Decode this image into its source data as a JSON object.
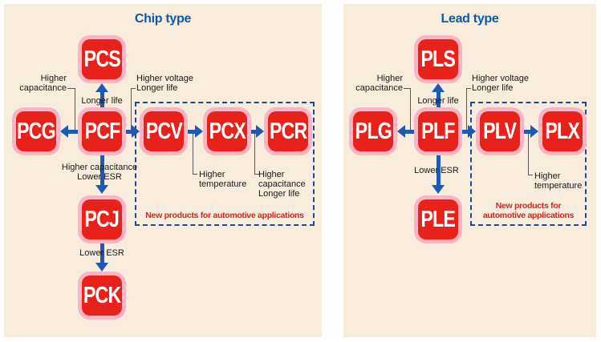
{
  "colors": {
    "page_bg": "#ffffff",
    "panel_bg": "#f8ecdd",
    "node_pink": "#fab5c5",
    "node_red": "#e8211a",
    "node_text": "#ffffff",
    "arrow_blue": "#1e5ab4",
    "dash_blue": "#17489c",
    "title_blue": "#0c5aa6",
    "alert_red": "#d7231d",
    "label_ink": "#1a1a1a",
    "connector_gray": "#595959"
  },
  "chip": {
    "title": "Chip type",
    "nodes": {
      "pcs": "PCS",
      "pcg": "PCG",
      "pcf": "PCF",
      "pcv": "PCV",
      "pcx": "PCX",
      "pcr": "PCR",
      "pcj": "PCJ",
      "pck": "PCK"
    },
    "arrow_labels": {
      "longer_life": "Longer life",
      "higher_capacitance_lower_esr": "Higher capacitance\nLower ESR",
      "lower_esr": "Lower ESR"
    },
    "callouts": {
      "higher_capacitance": "Higher\ncapacitance",
      "higher_voltage_longer_life": "Higher voltage\nLonger life",
      "higher_temperature": "Higher\ntemperature",
      "higher_capacitance_longer_life": "Higher\ncapacitance\nLonger life"
    },
    "automotive_note": "New products for automotive applications"
  },
  "lead": {
    "title": "Lead type",
    "nodes": {
      "pls": "PLS",
      "plg": "PLG",
      "plf": "PLF",
      "plv": "PLV",
      "plx": "PLX",
      "ple": "PLE"
    },
    "arrow_labels": {
      "longer_life": "Longer life",
      "lower_esr": "Lower ESR"
    },
    "callouts": {
      "higher_capacitance": "Higher\ncapacitance",
      "higher_voltage_longer_life": "Higher voltage\nLonger life",
      "higher_temperature": "Higher\ntemperature"
    },
    "automotive_note": "New products for\nautomotive applications"
  }
}
